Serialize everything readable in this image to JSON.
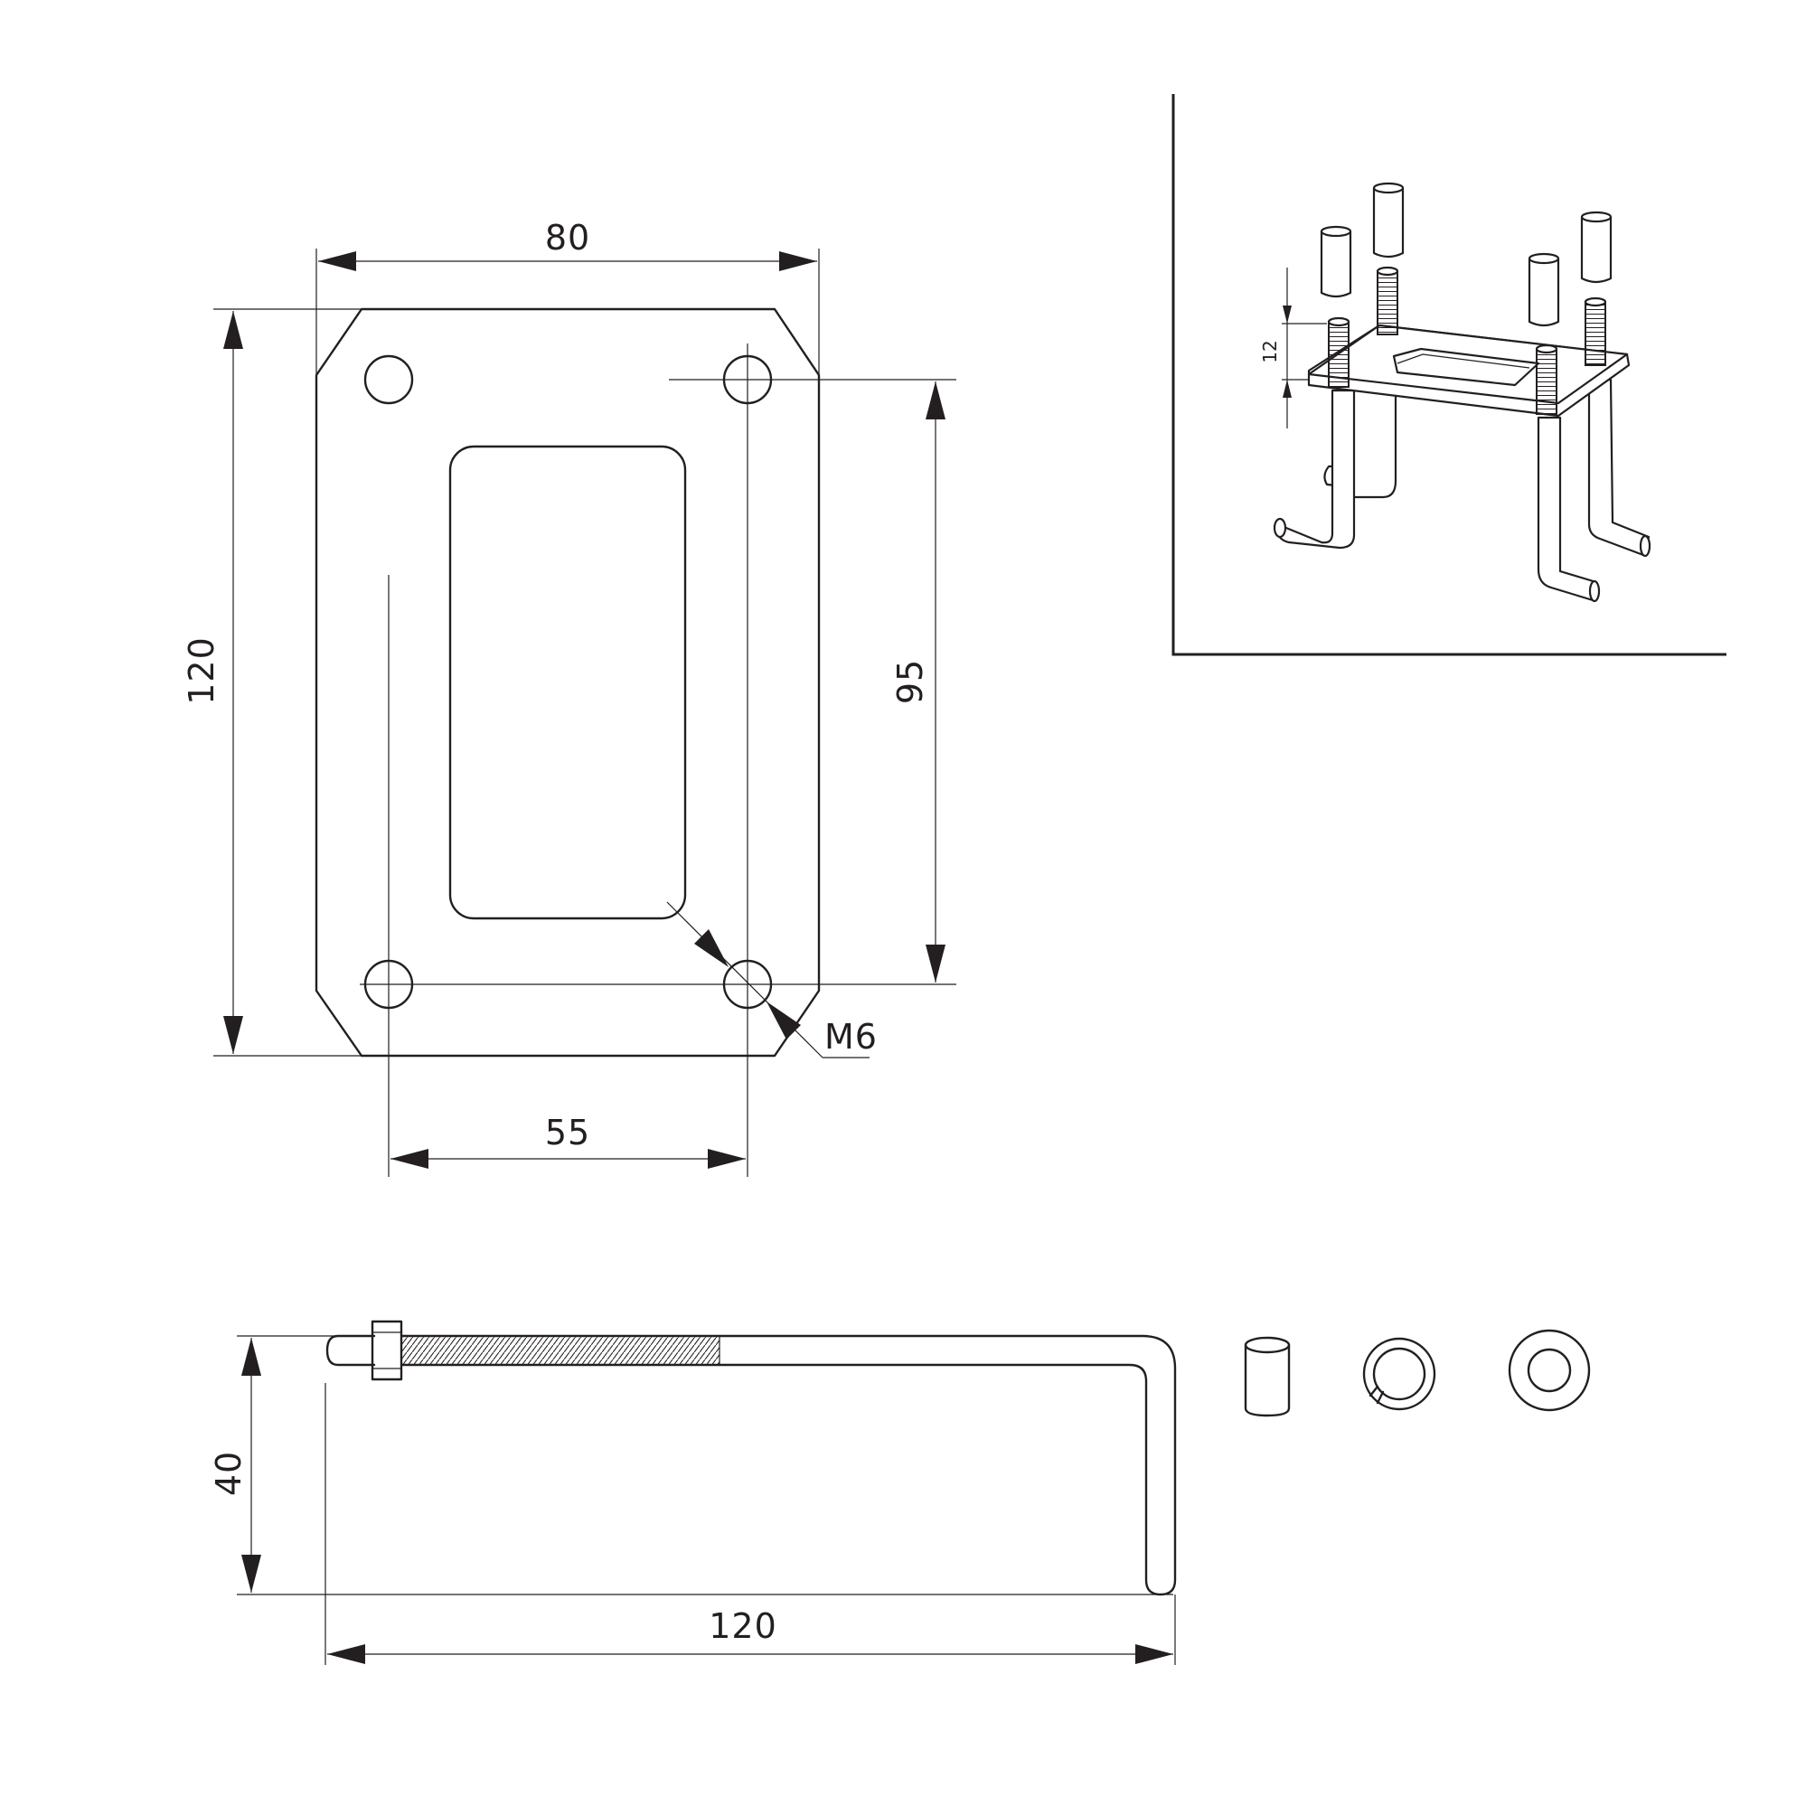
{
  "plate_view": {
    "width_dim": "80",
    "height_dim": "120",
    "hole_spacing_vertical_dim": "95",
    "hole_spacing_horizontal_dim": "55",
    "hole_thread_label": "M6"
  },
  "bolt_view": {
    "hook_depth_dim": "40",
    "length_dim": "120"
  },
  "iso_view": {
    "thread_height_dim": "12"
  },
  "colors": {
    "line": "#231f20",
    "background": "#ffffff"
  }
}
